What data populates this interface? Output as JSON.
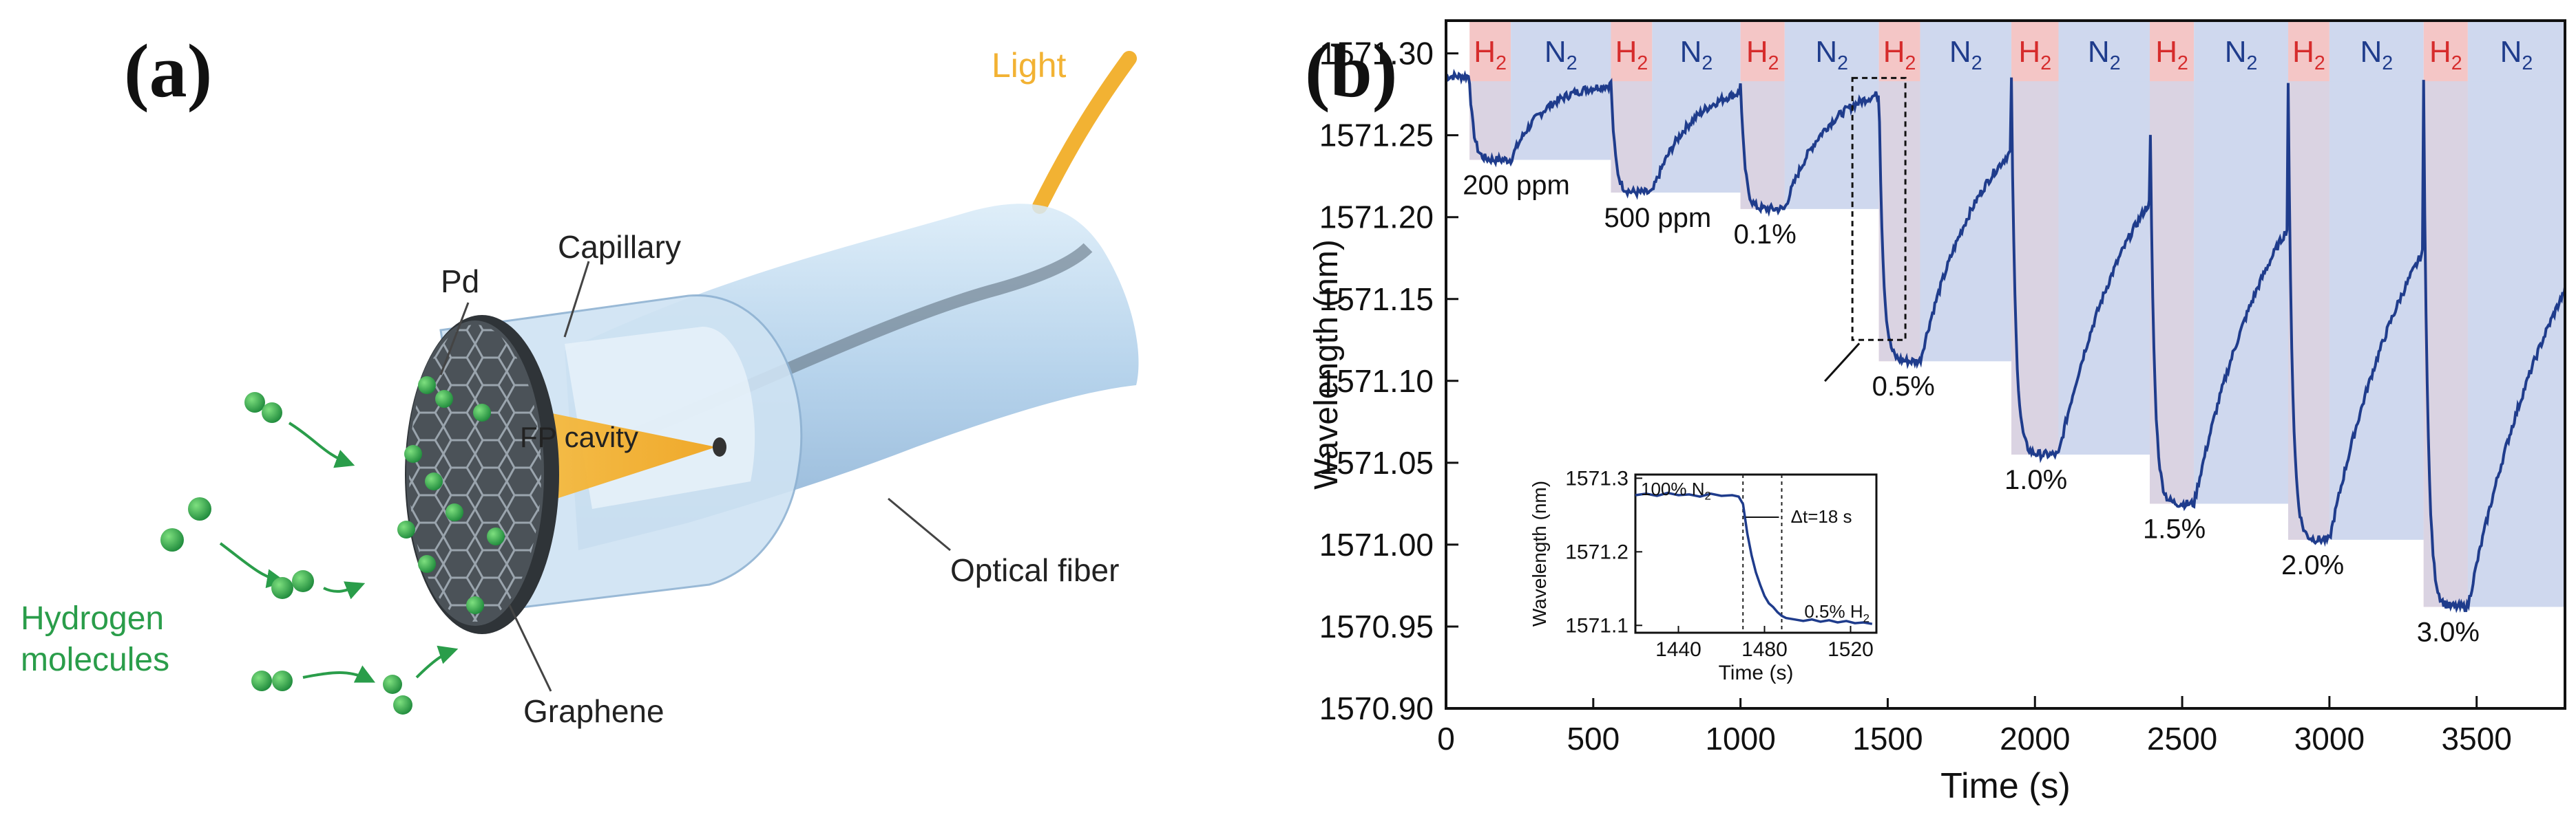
{
  "panel_a": {
    "label": "(a)",
    "labels": {
      "light": "Light",
      "capillary": "Capillary",
      "pd": "Pd",
      "fp_cavity": "FP cavity",
      "optical_fiber": "Optical fiber",
      "hydrogen_line1": "Hydrogen",
      "hydrogen_line2": "molecules",
      "graphene": "Graphene"
    },
    "colors": {
      "light": "#f2b233",
      "hydrogen": "#2a9d4a",
      "fiber": "#a9cbe8"
    }
  },
  "panel_b": {
    "label": "(b)"
  },
  "chart_data": [
    {
      "type": "line",
      "xlabel": "Time (s)",
      "ylabel": "Wavelength (nm)",
      "xlim": [
        0,
        3800
      ],
      "ylim": [
        1570.9,
        1571.32
      ],
      "xticks": [
        0,
        500,
        1000,
        1500,
        2000,
        2500,
        3000,
        3500
      ],
      "yticks": [
        1570.9,
        1570.95,
        1571.0,
        1571.05,
        1571.1,
        1571.15,
        1571.2,
        1571.25,
        1571.3
      ],
      "grid": false,
      "line_color": "#1f3c8c",
      "bands": [
        {
          "gas": "H",
          "sub": "2",
          "start": 80,
          "end": 220
        },
        {
          "gas": "N",
          "sub": "2",
          "start": 220,
          "end": 560
        },
        {
          "gas": "H",
          "sub": "2",
          "start": 560,
          "end": 700
        },
        {
          "gas": "N",
          "sub": "2",
          "start": 700,
          "end": 1000
        },
        {
          "gas": "H",
          "sub": "2",
          "start": 1000,
          "end": 1150
        },
        {
          "gas": "N",
          "sub": "2",
          "start": 1150,
          "end": 1470
        },
        {
          "gas": "H",
          "sub": "2",
          "start": 1470,
          "end": 1610
        },
        {
          "gas": "N",
          "sub": "2",
          "start": 1610,
          "end": 1920
        },
        {
          "gas": "H",
          "sub": "2",
          "start": 1920,
          "end": 2080
        },
        {
          "gas": "N",
          "sub": "2",
          "start": 2080,
          "end": 2390
        },
        {
          "gas": "H",
          "sub": "2",
          "start": 2390,
          "end": 2540
        },
        {
          "gas": "N",
          "sub": "2",
          "start": 2540,
          "end": 2860
        },
        {
          "gas": "H",
          "sub": "2",
          "start": 2860,
          "end": 3000
        },
        {
          "gas": "N",
          "sub": "2",
          "start": 3000,
          "end": 3320
        },
        {
          "gas": "H",
          "sub": "2",
          "start": 3320,
          "end": 3470
        },
        {
          "gas": "N",
          "sub": "2",
          "start": 3470,
          "end": 3800
        }
      ],
      "band_colors": {
        "H": "#f4c6c6",
        "N": "#cfd8ee",
        "H_text": "#d62c2c",
        "N_text": "#1f3c8c"
      },
      "pulses": [
        {
          "label": "200 ppm",
          "start": 80,
          "end": 220,
          "min": 1571.235
        },
        {
          "label": "500 ppm",
          "start": 560,
          "end": 700,
          "min": 1571.215
        },
        {
          "label": "0.1%",
          "start": 1000,
          "end": 1150,
          "min": 1571.205
        },
        {
          "label": "0.5%",
          "start": 1470,
          "end": 1610,
          "min": 1571.112
        },
        {
          "label": "1.0%",
          "start": 1920,
          "end": 2080,
          "min": 1571.055
        },
        {
          "label": "1.5%",
          "start": 2390,
          "end": 2540,
          "min": 1571.025
        },
        {
          "label": "2.0%",
          "start": 2860,
          "end": 3000,
          "min": 1571.003
        },
        {
          "label": "3.0%",
          "start": 3320,
          "end": 3470,
          "min": 1570.962
        }
      ],
      "baseline": 1571.283,
      "highlight_box": {
        "x0": 1380,
        "x1": 1560,
        "y0": 1571.125,
        "y1": 1571.285
      }
    },
    {
      "type": "line",
      "name": "inset",
      "xlabel": "Time (s)",
      "ylabel": "Wavelength (nm)",
      "xlim": [
        1420,
        1532
      ],
      "ylim": [
        1571.09,
        1571.305
      ],
      "xticks": [
        1440,
        1480,
        1520
      ],
      "yticks": [
        1571.1,
        1571.2,
        1571.3
      ],
      "ytick_labels": [
        "1571.1",
        "1571.2",
        "1571.3"
      ],
      "vlines": [
        1470,
        1488
      ],
      "annotations": {
        "n2_prefix": "100% N",
        "n2_sub": "2",
        "dt": "Δt=18 s",
        "h2_prefix": "0.5% H",
        "h2_sub": "2"
      },
      "x": [
        1420,
        1425,
        1430,
        1435,
        1440,
        1445,
        1450,
        1455,
        1460,
        1465,
        1468,
        1470,
        1472,
        1474,
        1476,
        1478,
        1480,
        1482,
        1484,
        1486,
        1488,
        1490,
        1494,
        1498,
        1502,
        1506,
        1510,
        1514,
        1518,
        1522,
        1526,
        1530
      ],
      "y": [
        1571.277,
        1571.279,
        1571.276,
        1571.28,
        1571.277,
        1571.278,
        1571.275,
        1571.279,
        1571.276,
        1571.277,
        1571.275,
        1571.265,
        1571.225,
        1571.195,
        1571.172,
        1571.155,
        1571.14,
        1571.13,
        1571.125,
        1571.118,
        1571.113,
        1571.11,
        1571.108,
        1571.106,
        1571.108,
        1571.105,
        1571.107,
        1571.104,
        1571.106,
        1571.103,
        1571.104,
        1571.102
      ]
    }
  ]
}
